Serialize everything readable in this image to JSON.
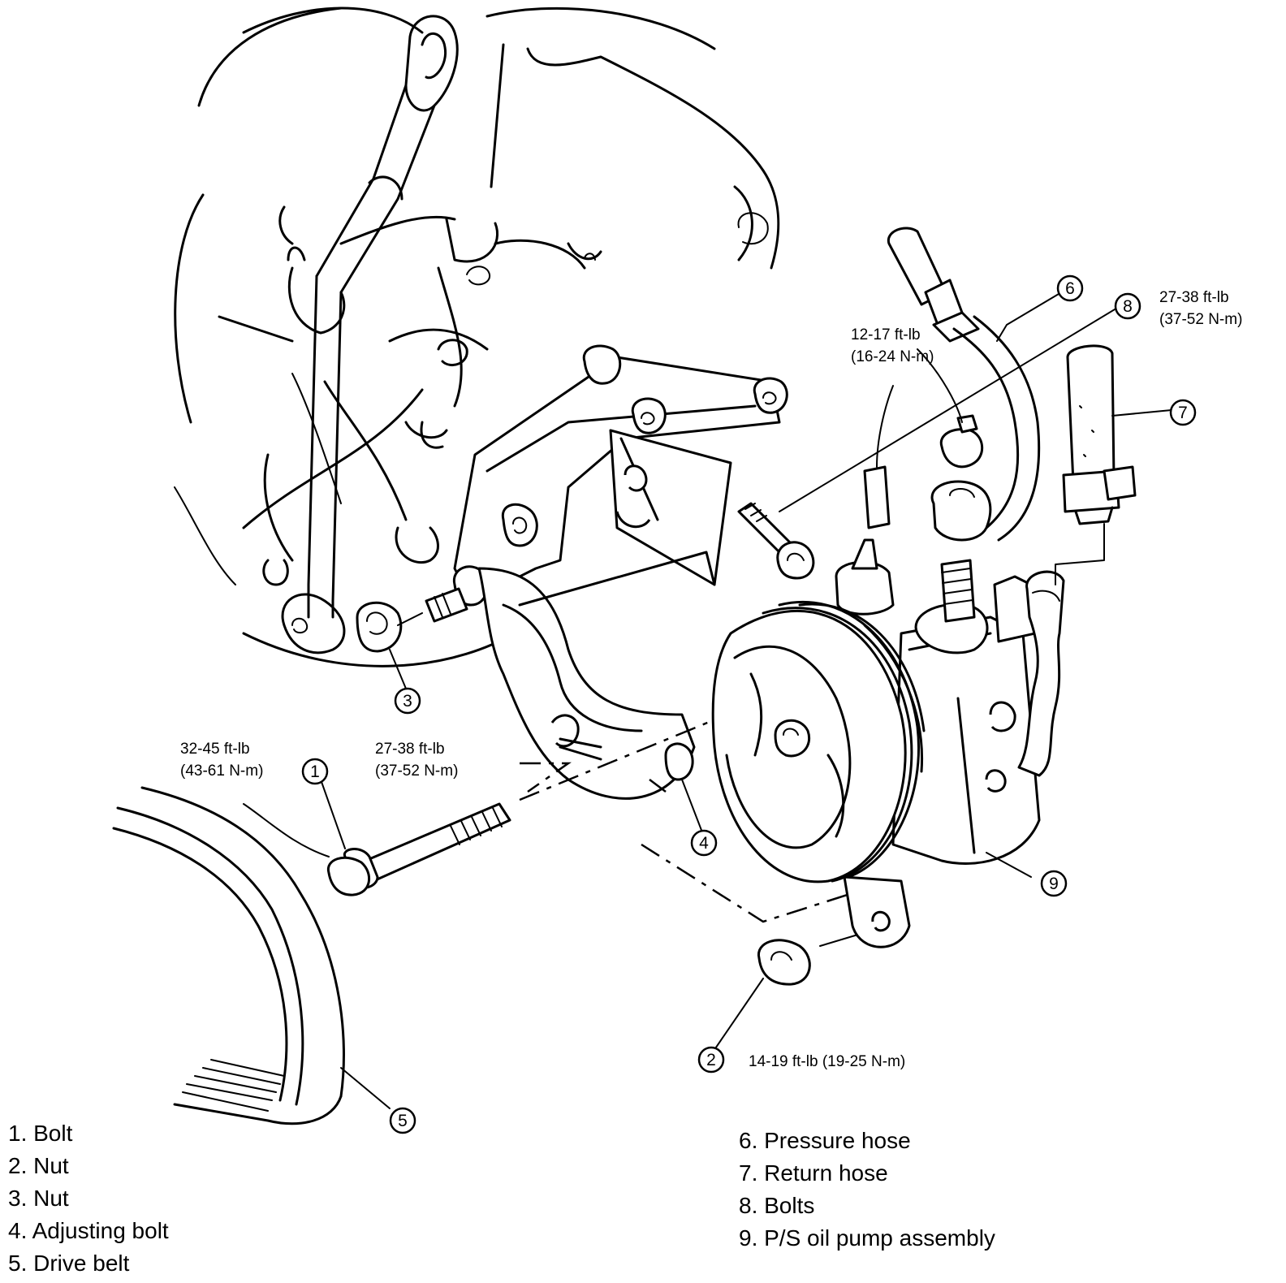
{
  "callout_numbers": [
    "1",
    "2",
    "3",
    "4",
    "5",
    "6",
    "7",
    "8",
    "9"
  ],
  "torque_specs": {
    "bolt_1": [
      "32-45 ft-lb",
      "(43-61 N-m)"
    ],
    "bolt_1_upper": [
      "27-38 ft-lb",
      "(37-52 N-m)"
    ],
    "nut_2": "14-19 ft-lb (19-25 N-m)",
    "fitting_top": [
      "12-17 ft-lb",
      "(16-24 N-m)"
    ],
    "bolts_8": [
      "27-38 ft-lb",
      "(37-52 N-m)"
    ]
  },
  "legend_left": [
    "1.  Bolt",
    "2.  Nut",
    "3.  Nut",
    "4.  Adjusting bolt",
    "5.  Drive belt"
  ],
  "legend_right": [
    "6.  Pressure hose",
    "7.  Return hose",
    "8.  Bolts",
    "9.  P/S oil pump assembly"
  ]
}
